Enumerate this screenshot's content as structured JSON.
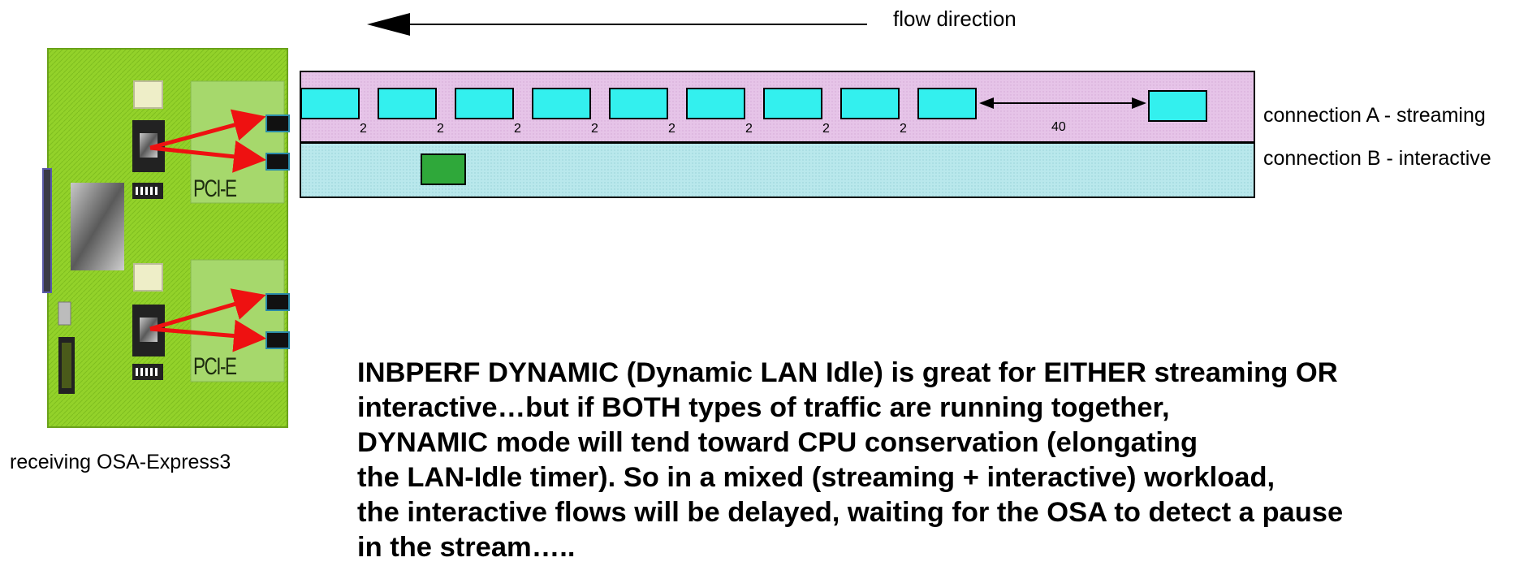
{
  "flow": {
    "label": "flow direction"
  },
  "connections": [
    {
      "label": "connection A - streaming",
      "packet_color": "#33f0ee",
      "lane_color": "#e6c4e8"
    },
    {
      "label": "connection B - interactive",
      "packet_color": "#2fa83a",
      "lane_color": "#b6e6ea"
    }
  ],
  "stream": {
    "packet_count": 10,
    "gap_labels": [
      "2",
      "2",
      "2",
      "2",
      "2",
      "2",
      "2",
      "2"
    ],
    "long_gap_label": "40"
  },
  "card": {
    "caption": "receiving OSA-Express3",
    "slot_labels": [
      "PCI-E",
      "PCI-E"
    ],
    "board_color": "#93d22a",
    "arrow_color": "#ee1111"
  },
  "description": {
    "lines": [
      "INBPERF DYNAMIC (Dynamic LAN Idle) is great for EITHER streaming OR",
      "interactive…but if BOTH types of traffic are running together,",
      "DYNAMIC mode will tend toward CPU conservation (elongating",
      "the LAN-Idle timer).  So in a mixed (streaming +  interactive) workload,",
      "the interactive flows will be delayed, waiting for the OSA to detect a pause",
      "in the stream….."
    ]
  }
}
